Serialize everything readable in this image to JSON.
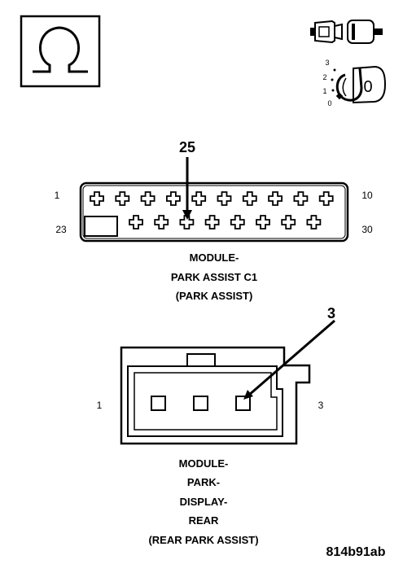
{
  "connector_c1": {
    "pin_top_left": "1",
    "pin_top_right": "10",
    "pin_bottom_left": "23",
    "pin_bottom_right": "30",
    "callout_pin": "25",
    "caption": [
      "MODULE-",
      "PARK ASSIST C1",
      "(PARK ASSIST)"
    ]
  },
  "connector_display": {
    "pin_left": "1",
    "pin_right": "3",
    "callout_pin": "3",
    "caption": [
      "MODULE-",
      "PARK-",
      "DISPLAY-",
      "REAR",
      "(REAR PARK ASSIST)"
    ]
  },
  "ignition_switch": {
    "positions": [
      "3",
      "2",
      "1",
      "0"
    ],
    "key_position": "0"
  },
  "figure_id": "814b91ab",
  "icons": {
    "meter": "ohmmeter-omega-icon",
    "connector": "connector-disconnect-icon",
    "ignition": "ignition-key-icon"
  }
}
